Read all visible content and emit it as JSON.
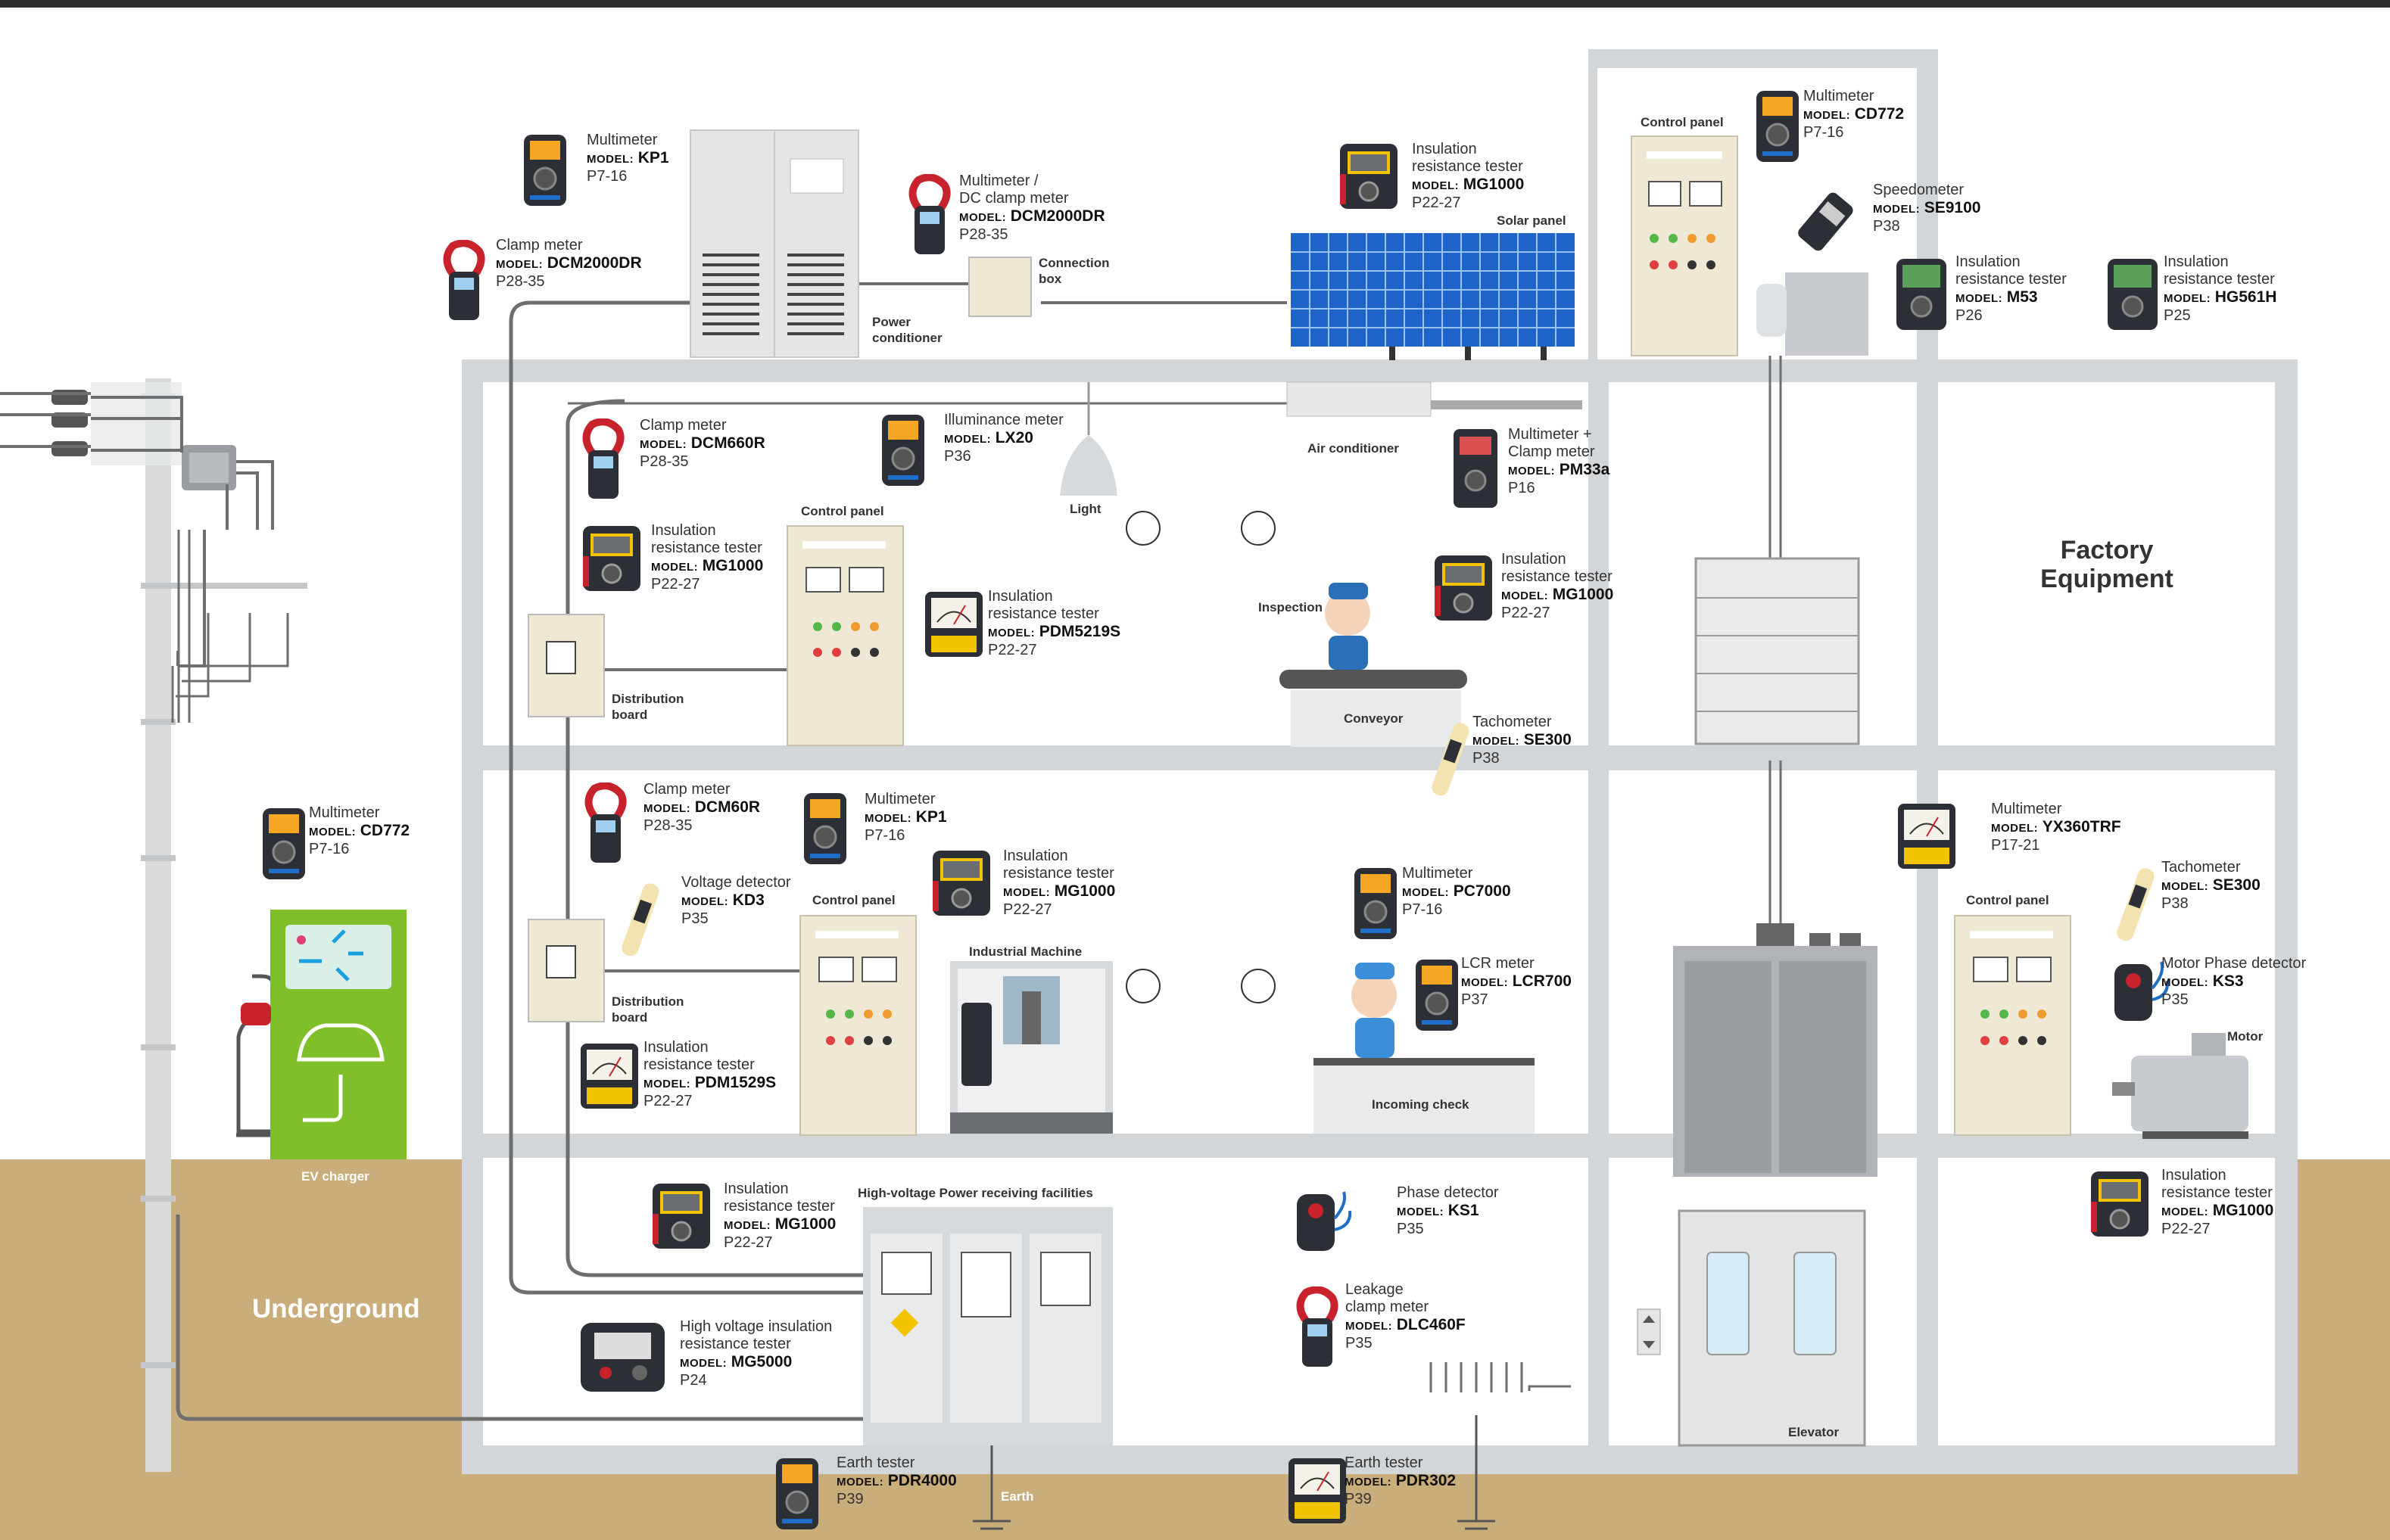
{
  "colors": {
    "top_bar": "#2a2a2a",
    "ground": "#c9ae7c",
    "building_frame": "#d3d6d9",
    "wire": "#6e6e6e",
    "ev_green": "#7fbf2a",
    "solar_blue": "#1e63c8",
    "panel_beige": "#efe8d4",
    "device_dark": "#2c3036",
    "device_yellow": "#f2c400"
  },
  "areas": {
    "factory_equipment": [
      "Factory",
      "Equipment"
    ],
    "underground": "Underground",
    "ev_charger": "EV charger"
  },
  "equipment": {
    "power_conditioner": [
      "Power",
      "conditioner"
    ],
    "connection_box": [
      "Connection",
      "box"
    ],
    "solar_panel": "Solar panel",
    "control_panel_roof": "Control panel",
    "air_conditioner": "Air conditioner",
    "light": "Light",
    "control_panel_f2": "Control panel",
    "distribution_board_f2": [
      "Distribution",
      "board"
    ],
    "inspection": "Inspection",
    "conveyor": "Conveyor",
    "control_panel_f1": "Control panel",
    "distribution_board_f1": [
      "Distribution",
      "board"
    ],
    "industrial_machine": "Industrial Machine",
    "incoming_check": "Incoming check",
    "control_panel_right": "Control panel",
    "motor": "Motor",
    "hv_facilities": "High-voltage Power receiving facilities",
    "elevator": "Elevator",
    "earth": "Earth"
  },
  "model_prefix": "MODEL:",
  "instruments": [
    {
      "name": [
        "Multimeter"
      ],
      "model": "KP1",
      "page": "P7-16"
    },
    {
      "name": [
        "Clamp meter"
      ],
      "model": "DCM2000DR",
      "page": "P28-35"
    },
    {
      "name": [
        "Multimeter /",
        "DC clamp meter"
      ],
      "model": "DCM2000DR",
      "page": "P28-35"
    },
    {
      "name": [
        "Insulation",
        "resistance tester"
      ],
      "model": "MG1000",
      "page": "P22-27"
    },
    {
      "name": [
        "Multimeter"
      ],
      "model": "CD772",
      "page": "P7-16"
    },
    {
      "name": [
        "Speedometer"
      ],
      "model": "SE9100",
      "page": "P38"
    },
    {
      "name": [
        "Insulation",
        "resistance tester"
      ],
      "model": "M53",
      "page": "P26"
    },
    {
      "name": [
        "Insulation",
        "resistance tester"
      ],
      "model": "HG561H",
      "page": "P25"
    },
    {
      "name": [
        "Clamp meter"
      ],
      "model": "DCM660R",
      "page": "P28-35"
    },
    {
      "name": [
        "Illuminance meter"
      ],
      "model": "LX20",
      "page": "P36"
    },
    {
      "name": [
        "Multimeter +",
        "Clamp meter"
      ],
      "model": "PM33a",
      "page": "P16"
    },
    {
      "name": [
        "Insulation",
        "resistance tester"
      ],
      "model": "MG1000",
      "page": "P22-27"
    },
    {
      "name": [
        "Insulation",
        "resistance tester"
      ],
      "model": "PDM5219S",
      "page": "P22-27"
    },
    {
      "name": [
        "Insulation",
        "resistance tester"
      ],
      "model": "MG1000",
      "page": "P22-27"
    },
    {
      "name": [
        "Tachometer"
      ],
      "model": "SE300",
      "page": "P38"
    },
    {
      "name": [
        "Multimeter"
      ],
      "model": "CD772",
      "page": "P7-16"
    },
    {
      "name": [
        "Clamp meter"
      ],
      "model": "DCM60R",
      "page": "P28-35"
    },
    {
      "name": [
        "Multimeter"
      ],
      "model": "KP1",
      "page": "P7-16"
    },
    {
      "name": [
        "Voltage detector"
      ],
      "model": "KD3",
      "page": "P35"
    },
    {
      "name": [
        "Insulation",
        "resistance tester"
      ],
      "model": "MG1000",
      "page": "P22-27"
    },
    {
      "name": [
        "Multimeter"
      ],
      "model": "PC7000",
      "page": "P7-16"
    },
    {
      "name": [
        "LCR meter"
      ],
      "model": "LCR700",
      "page": "P37"
    },
    {
      "name": [
        "Insulation",
        "resistance tester"
      ],
      "model": "PDM1529S",
      "page": "P22-27"
    },
    {
      "name": [
        "Multimeter"
      ],
      "model": "YX360TRF",
      "page": "P17-21"
    },
    {
      "name": [
        "Tachometer"
      ],
      "model": "SE300",
      "page": "P38"
    },
    {
      "name": [
        "Motor Phase detector"
      ],
      "model": "KS3",
      "page": "P35"
    },
    {
      "name": [
        "Insulation",
        "resistance tester"
      ],
      "model": "MG1000",
      "page": "P22-27"
    },
    {
      "name": [
        "Phase detector"
      ],
      "model": "KS1",
      "page": "P35"
    },
    {
      "name": [
        "Leakage",
        "clamp meter"
      ],
      "model": "DLC460F",
      "page": "P35"
    },
    {
      "name": [
        "Insulation",
        "resistance tester"
      ],
      "model": "MG1000",
      "page": "P22-27"
    },
    {
      "name": [
        "High voltage insulation",
        "resistance tester"
      ],
      "model": "MG5000",
      "page": "P24"
    },
    {
      "name": [
        "Earth tester"
      ],
      "model": "PDR4000",
      "page": "P39"
    },
    {
      "name": [
        "Earth tester"
      ],
      "model": "PDR302",
      "page": "P39"
    }
  ]
}
